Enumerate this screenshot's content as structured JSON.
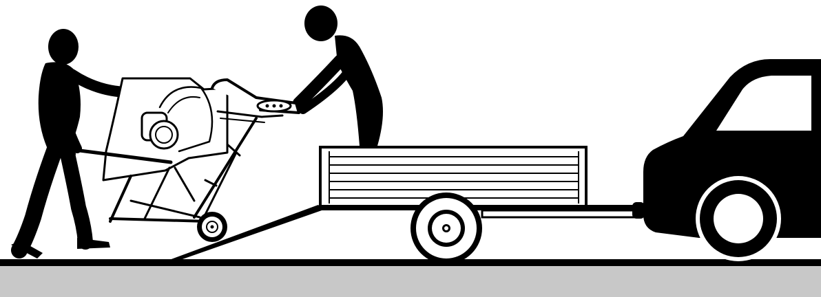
{
  "illustration": {
    "colors": {
      "background": "#ffffff",
      "ink": "#000000",
      "ground": "#c8c8c8",
      "saw_detail": "#ffffff"
    },
    "elements": [
      "ground-strip",
      "road-line",
      "loading-ramp",
      "trailer",
      "trailer-wheel",
      "car-front",
      "person-pushing",
      "person-on-trailer",
      "log-saw-on-wheels"
    ]
  }
}
